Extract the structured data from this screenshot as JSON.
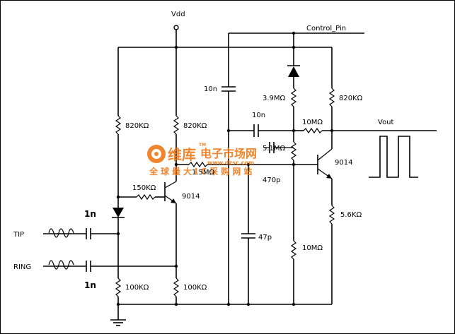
{
  "labels": {
    "vdd": "Vdd",
    "control_pin": "Control_Pin",
    "vout": "Vout",
    "tip": "TIP",
    "ring": "RING",
    "c_tip": "1n",
    "c_ring": "1n",
    "r1": "820KΩ",
    "r2": "820KΩ",
    "r3": "150KΩ",
    "r4": "1.5MΩ",
    "r5": "100KΩ",
    "r6": "100KΩ",
    "q1": "9014",
    "c10n_a": "10n",
    "c10n_b": "10n",
    "r7": "3.9MΩ",
    "r8": "820KΩ",
    "r9": "10MΩ",
    "r10": "5.1MΩ",
    "c470": "470p",
    "q2": "9014",
    "r11": "5.6KΩ",
    "c47": "47p",
    "r12": "10MΩ"
  },
  "watermark": {
    "logo_text": "维库",
    "line1": "电子市场网",
    "line2": "www.dzsc.com",
    "line3": "全球最大IC采购网站",
    "tm": "TM",
    "color": "#f07818"
  }
}
